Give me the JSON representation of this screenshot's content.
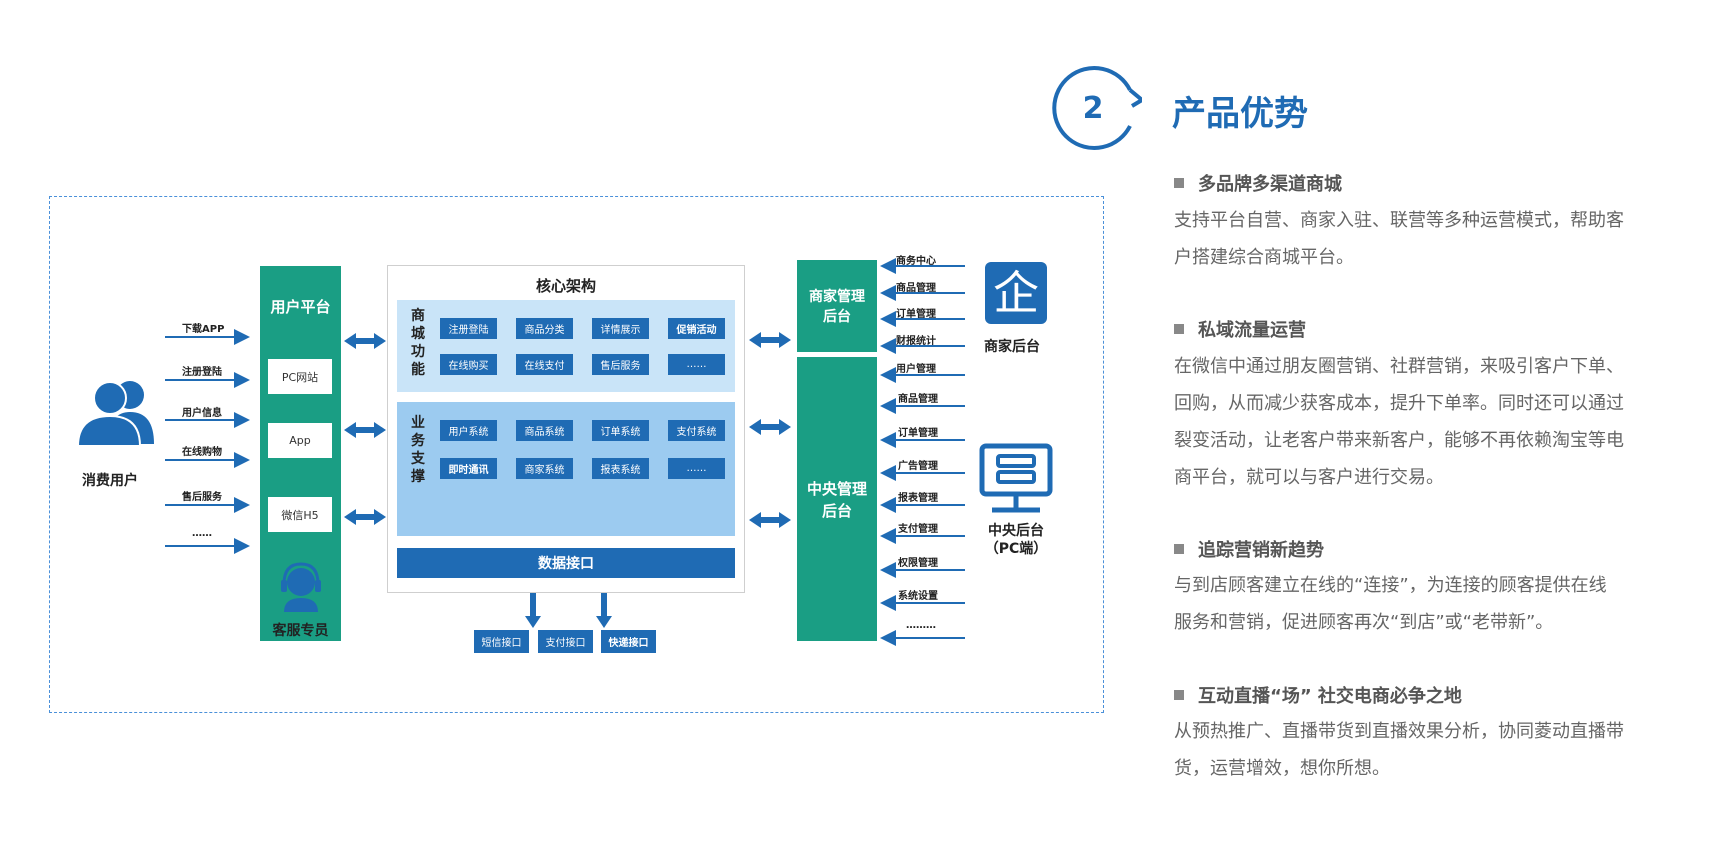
{
  "section": {
    "number": "2",
    "title": "产品优势"
  },
  "diagram": {
    "consumer_label": "消费用户",
    "user_inputs": [
      "下载APP",
      "注册登陆",
      "用户信息",
      "在线购物",
      "售后服务",
      "……"
    ],
    "user_platform": {
      "title": "用户平台",
      "items": [
        "PC网站",
        "App",
        "微信H5"
      ],
      "support_label": "客服专员"
    },
    "core": {
      "title": "核心架构",
      "mall_label": [
        "商",
        "城",
        "功",
        "能"
      ],
      "mall_items": [
        "注册登陆",
        "商品分类",
        "详情展示",
        "促销活动",
        "在线购买",
        "在线支付",
        "售后服务",
        "……"
      ],
      "biz_label": [
        "业",
        "务",
        "支",
        "撑"
      ],
      "biz_items": [
        "用户系统",
        "商品系统",
        "订单系统",
        "支付系统",
        "即时通讯",
        "商家系统",
        "报表系统",
        "……"
      ],
      "data_interface": "数据接口",
      "interfaces": [
        "短信接口",
        "支付接口",
        "快递接口"
      ]
    },
    "merchant_admin": {
      "title_line1": "商家管理",
      "title_line2": "后台",
      "inputs": [
        "商务中心",
        "商品管理",
        "订单管理",
        "财报统计"
      ],
      "icon_label": "商家后台",
      "icon_char": "企"
    },
    "central_admin": {
      "title_line1": "中央管理",
      "title_line2": "后台",
      "inputs": [
        "用户管理",
        "商品管理",
        "订单管理",
        "广告管理",
        "报表管理",
        "支付管理",
        "权限管理",
        "系统设置",
        "………"
      ],
      "icon_label_line1": "中央后台",
      "icon_label_line2": "（PC端）"
    }
  },
  "advantages": [
    {
      "title": "多品牌多渠道商城",
      "lines": [
        "支持平台自营、商家入驻、联营等多种运营模式，帮助客",
        "户搭建综合商城平台。"
      ]
    },
    {
      "title": "私域流量运营",
      "lines": [
        "在微信中通过朋友圈营销、社群营销，来吸引客户下单、",
        "回购，从而减少获客成本，提升下单率。同时还可以通过",
        "裂变活动，让老客户带来新客户，能够不再依赖淘宝等电",
        "商平台，就可以与客户进行交易。"
      ]
    },
    {
      "title": "追踪营销新趋势",
      "lines": [
        "与到店顾客建立在线的“连接”，为连接的顾客提供在线",
        "服务和营销，促进顾客再次“到店”或“老带新”。"
      ]
    },
    {
      "title": "互动直播“场” 社交电商必争之地",
      "lines": [
        "从预热推广、直播带货到直播效果分析，协同菱动直播带",
        "货，运营增效，想你所想。"
      ]
    }
  ],
  "colors": {
    "accent_blue": "#1f6bb4",
    "green": "#1a9e84",
    "light_blue_panel": "#c9e4f8",
    "mid_blue_panel": "#9ccbf0"
  }
}
